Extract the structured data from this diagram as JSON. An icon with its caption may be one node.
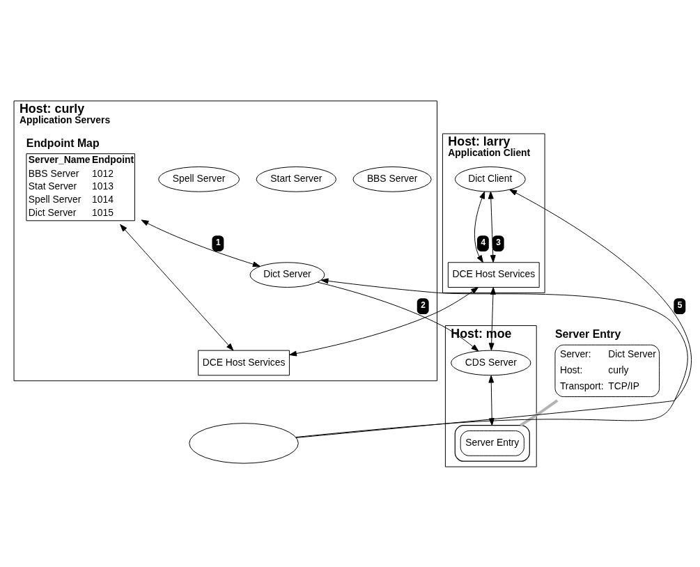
{
  "diagram": {
    "nodes": [
      {
        "text": [
          "Host: larry",
          "Application Client"
        ]
      },
      {
        "text": [
          "Dict Client"
        ],
        "in": 0
      },
      {
        "text": [
          "DCE Host Services"
        ],
        "in": 0
      },
      {
        "text": [
          "Host: moe"
        ]
      },
      {
        "text": [],
        "shape": "cylinder",
        "in": 3
      },
      {
        "text": [
          "Server Entry"
        ],
        "in": 4
      },
      {
        "text": [
          "CDS Server"
        ],
        "in": 3
      },
      {
        "text": [
          "Host: curly",
          "Application Servers"
        ]
      },
      {
        "text": [
          "BBS Server"
        ],
        "in": 7
      },
      {
        "text": [
          "Start Server"
        ],
        "in": 7
      },
      {
        "text": [
          "Spell Server"
        ],
        "in": 7
      },
      {
        "text": [
          "Dict Server"
        ],
        "in": 7
      },
      {
        "text": [
          "Endpoint Map",
          "Server_Name",
          "Endpoint",
          "BBS Server",
          "1012",
          "Stat Server",
          "1013",
          "Spell Server",
          "1014",
          "Dict Server",
          "1015"
        ],
        "in": 7
      },
      {
        "text": [
          "DCE Host Services"
        ],
        "in": 7
      },
      {
        "text": [
          "Server Entry",
          "Server:",
          "Dict Server",
          "Host:",
          "curly",
          "Transport:",
          "TCP/IP"
        ]
      },
      {
        "text": [],
        "shape": "ellipse"
      }
    ],
    "edges": [
      {
        "from": 1,
        "to": 2,
        "arrow": "both",
        "label": "4"
      },
      {
        "from": 2,
        "to": 1,
        "arrow": "both",
        "label": "3"
      },
      {
        "from": 2,
        "to": 6,
        "arrow": "both"
      },
      {
        "from": 2,
        "to": 13,
        "arrow": "both"
      },
      {
        "from": 6,
        "to": 4,
        "arrow": "both"
      },
      {
        "from": 11,
        "to": 6,
        "arrow": "to",
        "label": "2"
      },
      {
        "from": 12,
        "to": 11,
        "arrow": "both",
        "label": "1"
      },
      {
        "from": 12,
        "to": 13,
        "arrow": "both"
      },
      {
        "from": 15,
        "to": 1,
        "arrow": "to",
        "label": "5"
      },
      {
        "from": 15,
        "to": 11,
        "arrow": "to"
      },
      {
        "from": 14,
        "to": 4,
        "arrow": "none",
        "style": "thick",
        "color": "#b3b3b3"
      }
    ]
  }
}
